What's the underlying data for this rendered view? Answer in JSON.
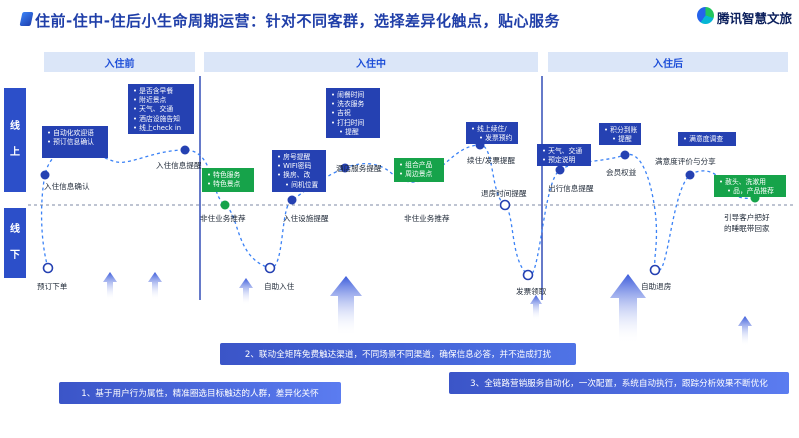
{
  "title": "住前-住中-住后小生命周期运营：针对不同客群，选择差异化触点，贴心服务",
  "logo": {
    "text": "腾讯智慧文旅"
  },
  "phases": [
    {
      "label": "入住前"
    },
    {
      "label": "入住中"
    },
    {
      "label": "入住后"
    }
  ],
  "side": {
    "top": [
      "线",
      "上"
    ],
    "bottom": [
      "线",
      "下"
    ]
  },
  "boxes": {
    "precheck_service": [
      "自动化欢迎语",
      "预订信息确认"
    ],
    "weather_info": [
      "是否含早餐",
      "附近景点",
      "天气、交通",
      "酒店设施告知",
      "线上check in"
    ],
    "special_1": [
      "特色服务",
      "特色景点"
    ],
    "room_info": [
      "房号提醒",
      "WIFI密码",
      "换房、改",
      "间机位置"
    ],
    "laundry": [
      "闹餐时间",
      "洗衣服务",
      "吉祝",
      "打扫时间",
      "提醒"
    ],
    "special_2": [
      "组合产品",
      "周边景点"
    ],
    "invoice": [
      "线上续住/",
      "发票预约"
    ],
    "weather_checkout": [
      "天气、交通",
      "预定说明"
    ],
    "points": [
      "积分到账",
      "提醒"
    ],
    "survey": [
      "满意度调查"
    ],
    "recommend": [
      "赦头、洗漱用",
      "品，产品推荐"
    ]
  },
  "labels": {
    "checkin_confirm": "入住信息确认",
    "checkin_remind": "入住信息提醒",
    "non_stay_rec_1": "非住业务推荐",
    "checkin_facility": "入住设施提醒",
    "hotel_service": "酒店服务提醒",
    "non_stay_rec_2": "非住业务推荐",
    "renew_invoice": "续住/发票提醒",
    "checkout_remind": "退房时间提醒",
    "depart_remind": "出行信息提醒",
    "member_rights": "会员权益",
    "rating_share": "满意度评价与分享",
    "guide_line1": "引导客户把好",
    "guide_line2": "的睡眠带回家",
    "book": "预订下单",
    "self_checkin": "自助入住",
    "invoice_receive": "发票领取",
    "self_checkout": "自助退房"
  },
  "banners": {
    "b1": "1、基于用户行为属性，精准圈选目标触达的人群，差异化关怀",
    "b2": "2、联动全矩阵免费触达渠道，不同场景不同渠道，确保信息必答，并不造成打扰",
    "b3": "3、全链路营销服务自动化，一次配置，系统自动执行，跟踪分析效果不断优化"
  },
  "colors": {
    "primary": "#2541b2",
    "green": "#16a34a",
    "phase_bg": "#dbe6f8",
    "banner": "#3b55c8"
  }
}
